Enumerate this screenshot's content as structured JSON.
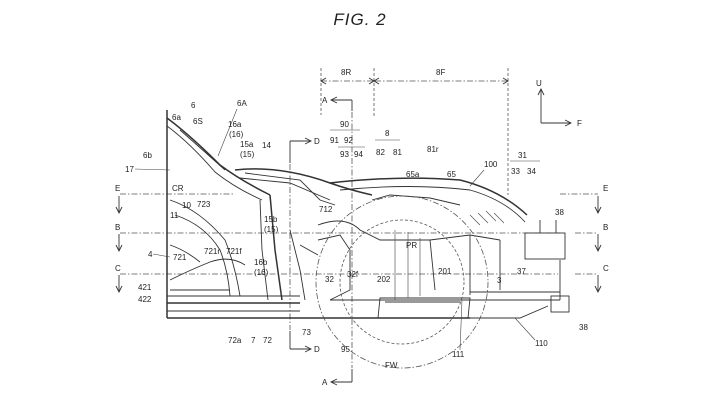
{
  "figure": {
    "title": "FIG. 2"
  },
  "directions": {
    "up": "U",
    "forward": "F"
  },
  "sections": {
    "rear": "8R",
    "front": "8F"
  },
  "section_marks": {
    "a_top": "A",
    "a_bottom": "A",
    "e_left": "E",
    "e_right": "E",
    "b_left": "B",
    "b_right": "B",
    "c_left": "C",
    "c_right": "C",
    "d_top": "D",
    "d_bottom": "D"
  },
  "labels": {
    "l6a": "6a",
    "l6": "6",
    "l6A": "6A",
    "l6S": "6S",
    "l16a": "16a",
    "l16a_p": "(16)",
    "l15a": "15a",
    "l15a_p": "(15)",
    "l14": "14",
    "l6b": "6b",
    "l17": "17",
    "lCR": "CR",
    "l10": "10",
    "l723": "723",
    "l11": "11",
    "l721r": "721r",
    "l721f": "721f",
    "l721": "721",
    "l4": "4",
    "l421": "421",
    "l422": "422",
    "l15b": "15b",
    "l15b_p": "(15)",
    "l16b": "16b",
    "l16b_p": "(16)",
    "l72a": "72a",
    "l7": "7",
    "l72": "72",
    "l73": "73",
    "l712": "712",
    "l90": "90",
    "l91": "91",
    "l92": "92",
    "l93": "93",
    "l94": "94",
    "l8": "8",
    "l82": "82",
    "l81": "81",
    "l81r": "81r",
    "l100": "100",
    "l65": "65",
    "l65a": "65a",
    "l31": "31",
    "l33": "33",
    "l34": "34",
    "l38a": "38",
    "l38b": "38",
    "lPR": "PR",
    "l32": "32",
    "l32f": "32f",
    "l202": "202",
    "l201": "201",
    "l3": "3",
    "l37": "37",
    "l95": "95",
    "lFW": "FW",
    "l111": "111",
    "l110": "110"
  }
}
